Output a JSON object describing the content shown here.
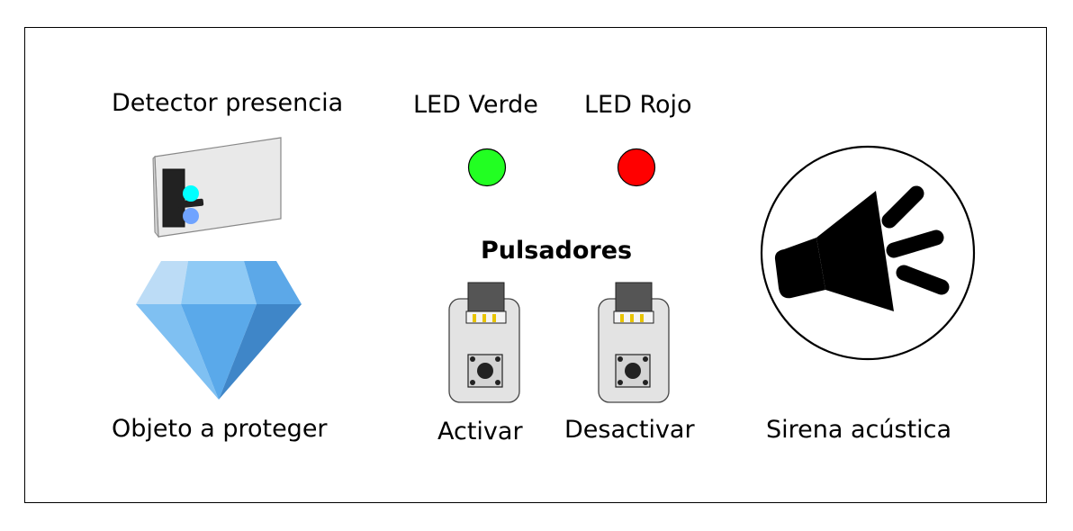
{
  "labels": {
    "detector": "Detector presencia",
    "led_green": "LED Verde",
    "led_red": "LED Rojo",
    "buttons_title": "Pulsadores",
    "object": "Objeto a proteger",
    "activate": "Activar",
    "deactivate": "Desactivar",
    "siren": "Sirena acústica"
  },
  "colors": {
    "led_green": "#22ff22",
    "led_red": "#ff0000",
    "sensor_top": "#00ffff",
    "sensor_bottom": "#6fa3ff"
  },
  "icons": {
    "detector": "motion-sensor-icon",
    "object": "diamond-icon",
    "button": "push-button-module-icon",
    "siren": "speaker-icon"
  }
}
